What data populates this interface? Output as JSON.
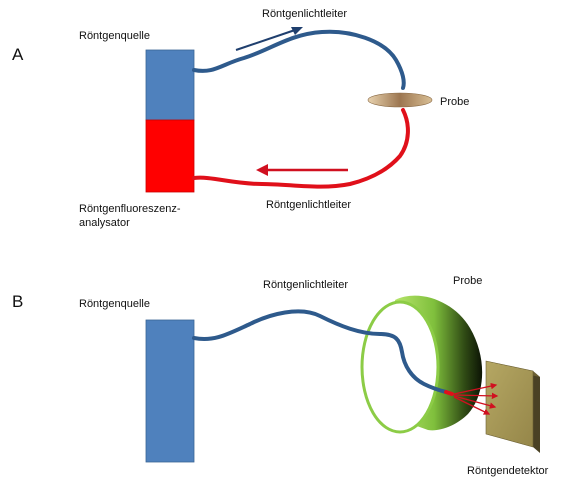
{
  "panel_a": {
    "letter": "A",
    "source_label": "Röntgenquelle",
    "guide_top_label": "Röntgenlichtleiter",
    "guide_bottom_label": "Röntgenlichtleiter",
    "sample_label": "Probe",
    "analyzer_label_line1": "Röntgenfluoreszenz-",
    "analyzer_label_line2": "analysator"
  },
  "panel_b": {
    "letter": "B",
    "source_label": "Röntgenquelle",
    "guide_label": "Röntgenlichtleiter",
    "sample_label": "Probe",
    "detector_label": "Röntgendetektor"
  },
  "colors": {
    "source_blue": "#4f81bd",
    "analyzer_red": "#ff0000",
    "guide_blue": "#2e5a8c",
    "guide_red": "#e0101a",
    "arrow_blue": "#1f3f6e",
    "arrow_red": "#d01020",
    "cylinder_green": "#8ccc46",
    "detector_olive": "#a39453"
  }
}
